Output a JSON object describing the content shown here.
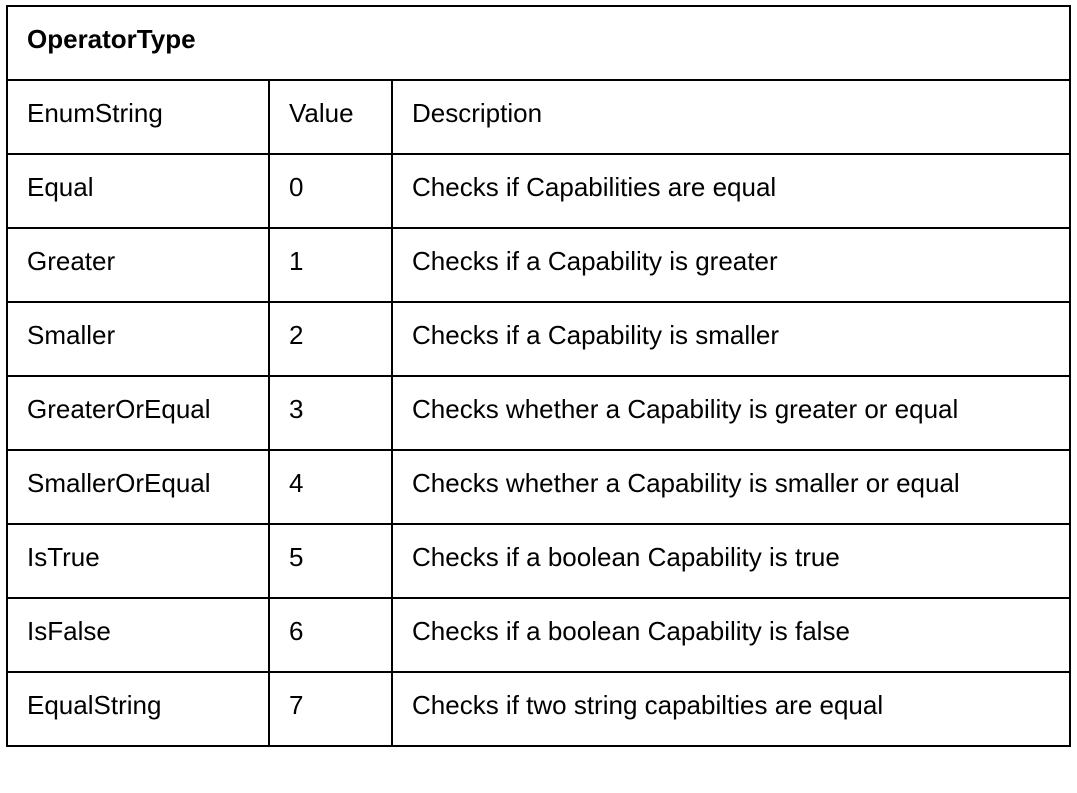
{
  "table": {
    "title": "OperatorType",
    "headers": [
      "EnumString",
      "Value",
      "Description"
    ],
    "rows": [
      {
        "enum_string": "Equal",
        "value": "0",
        "description": "Checks if Capabilities are equal"
      },
      {
        "enum_string": "Greater",
        "value": "1",
        "description": "Checks if a Capability is greater"
      },
      {
        "enum_string": "Smaller",
        "value": "2",
        "description": "Checks if a Capability is smaller"
      },
      {
        "enum_string": "GreaterOrEqual",
        "value": "3",
        "description": "Checks whether a Capability is greater or equal"
      },
      {
        "enum_string": "SmallerOrEqual",
        "value": "4",
        "description": "Checks whether a Capability is smaller or equal"
      },
      {
        "enum_string": "IsTrue",
        "value": "5",
        "description": "Checks if a boolean Capability is true"
      },
      {
        "enum_string": "IsFalse",
        "value": "6",
        "description": "Checks if a boolean Capability is false"
      },
      {
        "enum_string": "EqualString",
        "value": "7",
        "description": "Checks if two string capabilties are equal"
      }
    ]
  }
}
